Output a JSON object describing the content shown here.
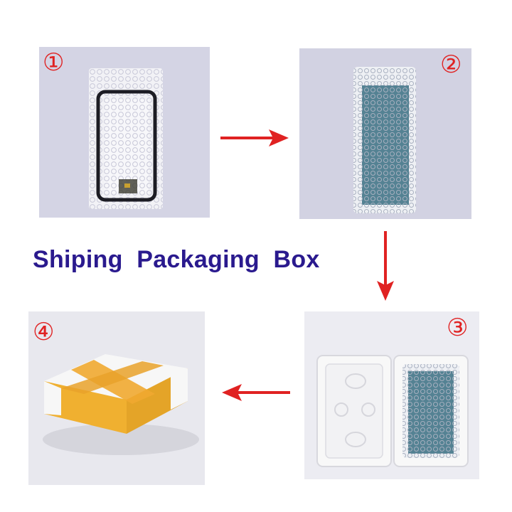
{
  "title": "Shiping  Packaging  Box",
  "steps": [
    {
      "number": "①",
      "description": "phone screen in bubble bag"
    },
    {
      "number": "②",
      "description": "second bubble bag wrap"
    },
    {
      "number": "③",
      "description": "foam box with wrapped screen"
    },
    {
      "number": "④",
      "description": "taped foam box"
    }
  ],
  "colors": {
    "photo_bg": "#d6d6e4",
    "arrow": "#e02222",
    "title": "#2a1a8e",
    "tape": "#f0b030"
  },
  "icons": [
    "arrow-right-icon",
    "arrow-down-icon",
    "arrow-left-icon"
  ]
}
